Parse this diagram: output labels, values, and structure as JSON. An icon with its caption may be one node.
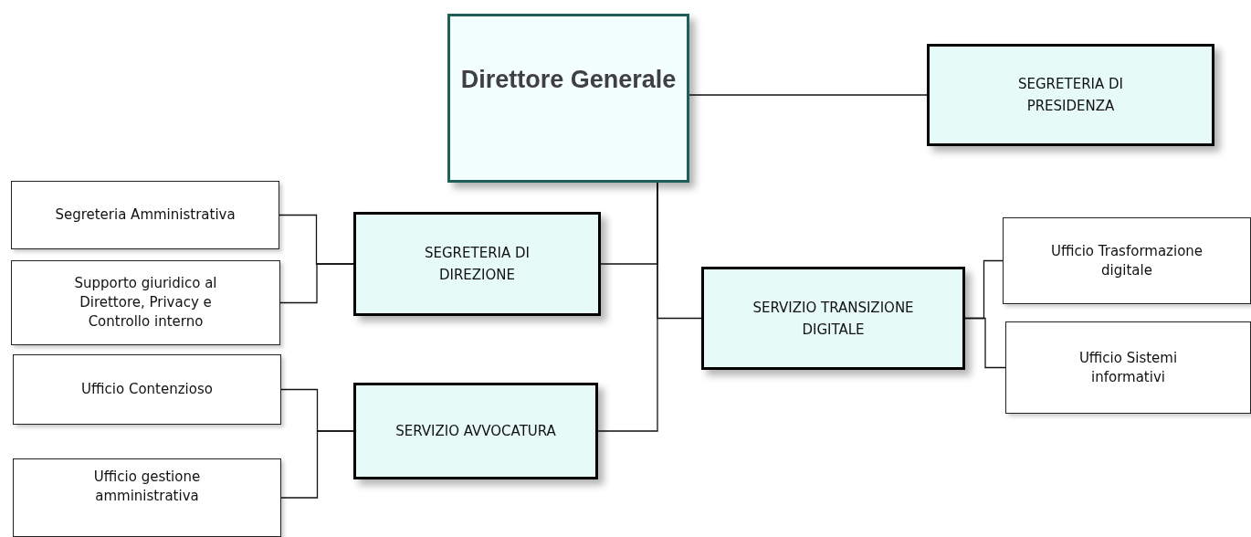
{
  "diagram": {
    "nodes": [
      {
        "text": [
          "Direttore Generale"
        ]
      },
      {
        "text": [
          "SEGRETERIA DI PRESIDENZA"
        ]
      },
      {
        "text": [
          "SEGRETERIA DI DIREZIONE"
        ]
      },
      {
        "text": [
          "Segreteria Amministrativa"
        ]
      },
      {
        "text": [
          "Supporto giuridico al Direttore, Privacy e Controllo interno"
        ]
      },
      {
        "text": [
          "SERVIZIO AVVOCATURA"
        ]
      },
      {
        "text": [
          "Ufficio Contenzioso"
        ]
      },
      {
        "text": [
          "Ufficio gestione amministrativa"
        ]
      },
      {
        "text": [
          "SERVIZIO TRANSIZIONE DIGITALE"
        ]
      },
      {
        "text": [
          "Ufficio Trasformazione digitale"
        ]
      },
      {
        "text": [
          "Ufficio Sistemi informativi"
        ]
      }
    ],
    "edges": [
      {
        "from": 0,
        "to": 1,
        "arrow": "none"
      },
      {
        "from": 0,
        "to": 2,
        "arrow": "none"
      },
      {
        "from": 0,
        "to": 8,
        "arrow": "none"
      },
      {
        "from": 0,
        "to": 5,
        "arrow": "none"
      },
      {
        "from": 2,
        "to": 3,
        "arrow": "none"
      },
      {
        "from": 2,
        "to": 4,
        "arrow": "none"
      },
      {
        "from": 5,
        "to": 6,
        "arrow": "none"
      },
      {
        "from": 5,
        "to": 7,
        "arrow": "none"
      },
      {
        "from": 8,
        "to": 9,
        "arrow": "none"
      },
      {
        "from": 8,
        "to": 10,
        "arrow": "none"
      }
    ]
  }
}
